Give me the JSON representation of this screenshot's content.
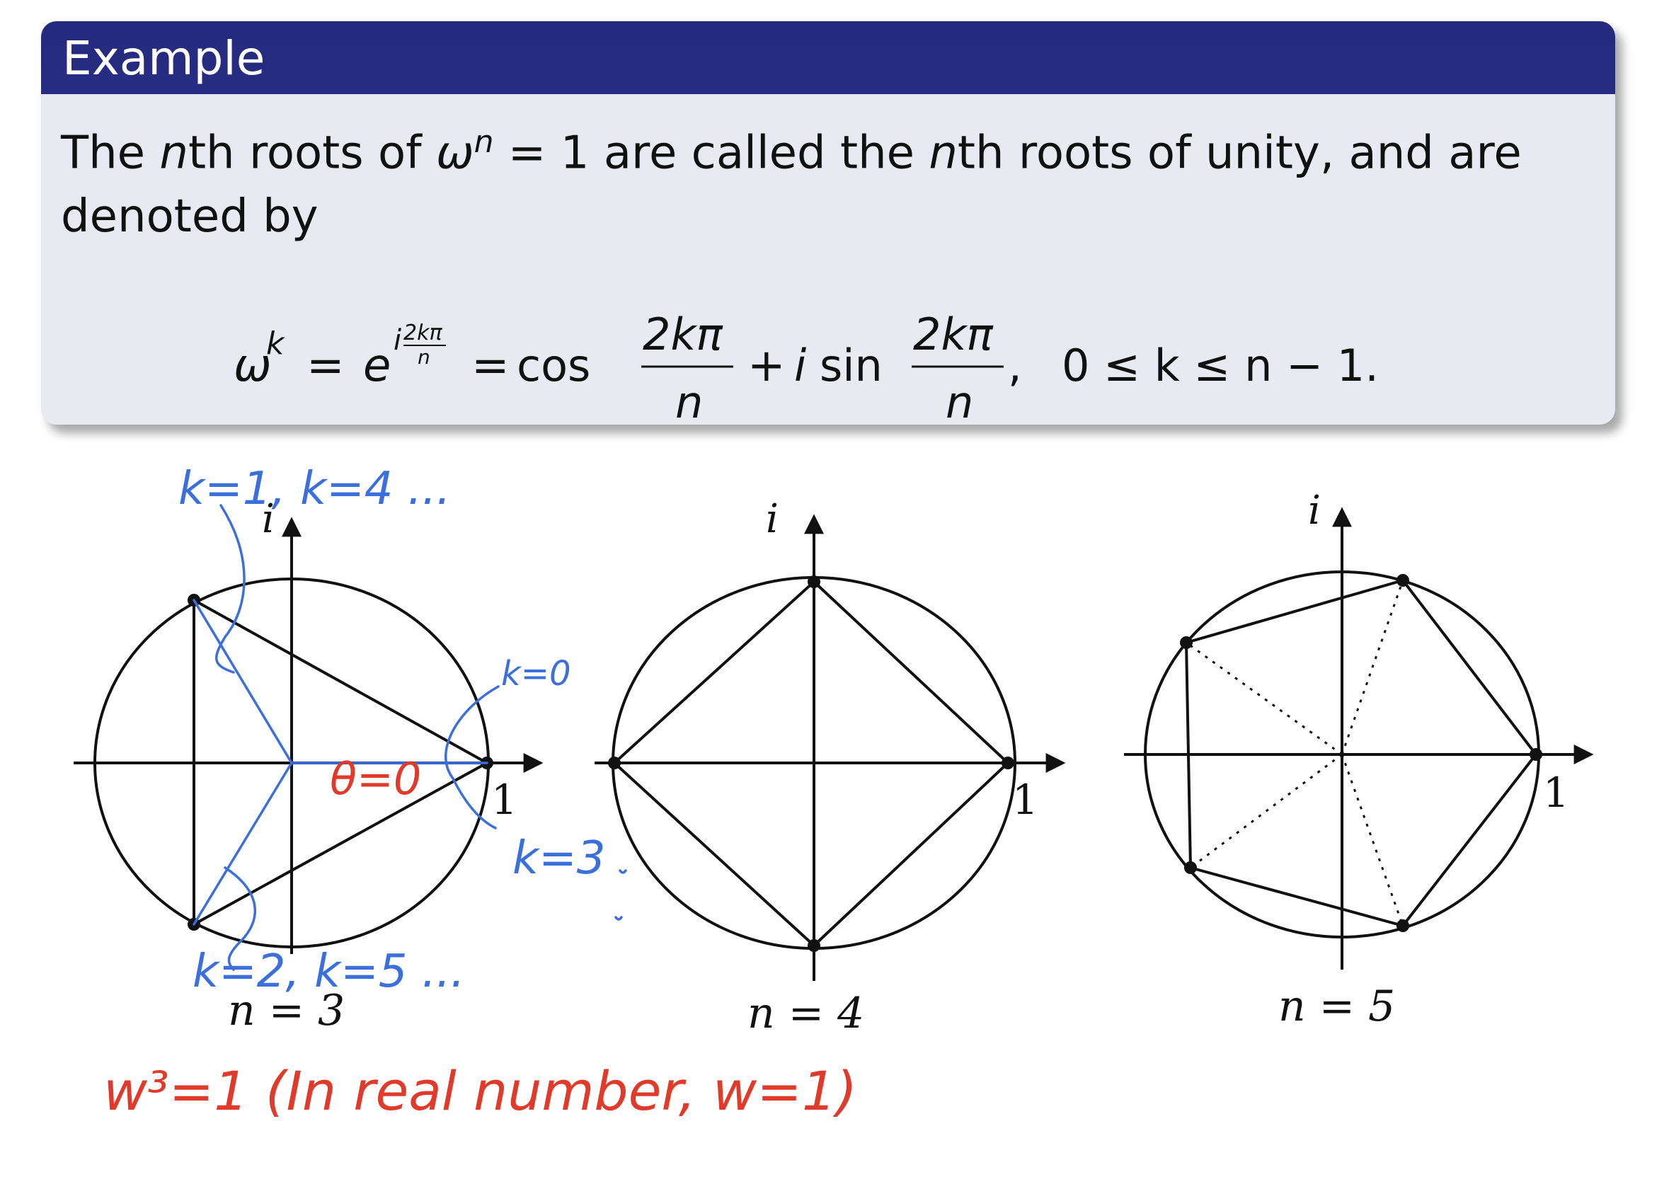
{
  "block": {
    "title": "Example",
    "text_1": "The ",
    "text_n1": "n",
    "text_2": "th roots of ",
    "text_omega": "ω",
    "text_n_sup": "n",
    "text_3": " = 1 are called the ",
    "text_n2": "n",
    "text_4": "th roots of unity, and are",
    "text_5": "denoted by"
  },
  "formula": {
    "lhs_omega": "ω",
    "lhs_k": "k",
    "eq1": "=",
    "e": "e",
    "exp_i": "i",
    "exp_num": "2kπ",
    "exp_den": "n",
    "eq2": "=",
    "cos": "cos",
    "frac1_num": "2kπ",
    "frac1_den": "n",
    "plus": "+",
    "i": "i",
    "sin": "sin",
    "frac2_num": "2kπ",
    "frac2_den": "n",
    "comma": ",",
    "range": "0 ≤ k ≤ n − 1."
  },
  "diagrams": [
    {
      "imag_label": "i",
      "real_label": "1",
      "caption": "n = 3"
    },
    {
      "imag_label": "i",
      "real_label": "1",
      "caption": "n = 4"
    },
    {
      "imag_label": "i",
      "real_label": "1",
      "caption": "n = 5"
    }
  ],
  "annotations": {
    "top": "k=1, k=4 ...",
    "right_top": "k=0",
    "theta": "θ=0",
    "right_bottom": "k=3",
    "bottom": "k=2, k=5 ...",
    "bottom_note": "w³=1 (In real number, w=1)"
  },
  "colors": {
    "title_bar": "#252c80",
    "block_body": "#e9e9f2",
    "ink_blue": "#3a6fdc",
    "ink_red": "#e03a2a"
  }
}
